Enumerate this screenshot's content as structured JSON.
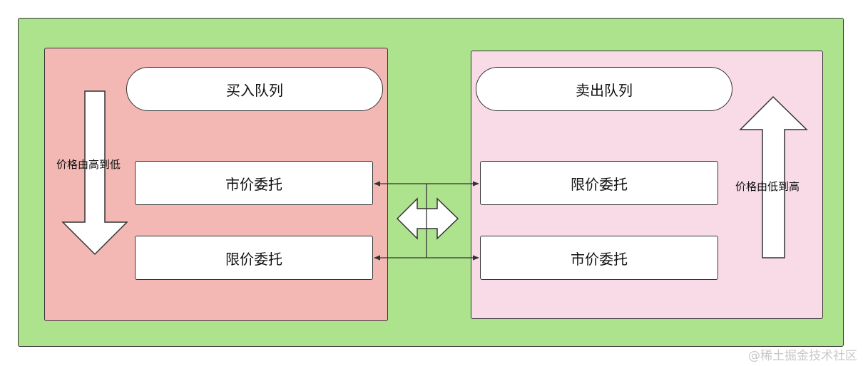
{
  "buy_queue": {
    "title": "买入队列",
    "direction_label": "价格由高到低",
    "order_1": "市价委托",
    "order_2": "限价委托"
  },
  "sell_queue": {
    "title": "卖出队列",
    "direction_label": "价格由低到高",
    "order_1": "限价委托",
    "order_2": "市价委托"
  },
  "watermark": "@稀土掘金技术社区",
  "colors": {
    "background": "#aee38e",
    "buy_panel": "#f4b8b4",
    "sell_panel": "#f9dbe8"
  }
}
